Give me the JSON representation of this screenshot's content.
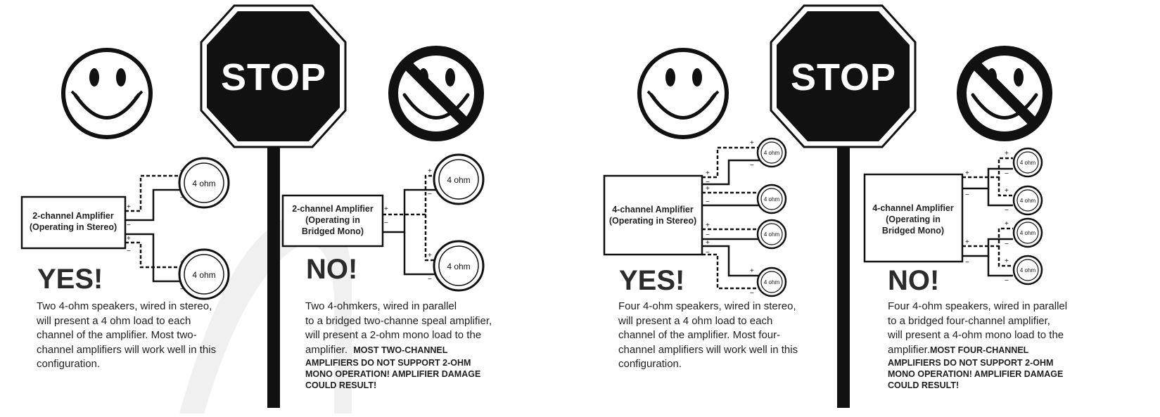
{
  "stop_sign": "STOP",
  "panels": [
    {
      "amp_lines": [
        "2-channel Amplifier",
        "(Operating in Stereo)"
      ],
      "verdict": "YES!",
      "speaker_label": "4 ohm",
      "paragraph": [
        "Two 4-ohm speakers, wired in stereo,",
        "will present a 4  ohm load to each",
        "channel of the amplifier. Most two-",
        "channel amplifiers will work well in this",
        "configuration."
      ],
      "warning": []
    },
    {
      "amp_lines": [
        "2-channel Amplifier",
        "(Operating in",
        "Bridged Mono)"
      ],
      "verdict": "NO!",
      "speaker_label": "4 ohm",
      "paragraph": [
        "Two 4-ohmkers, wired  in parallel",
        "to a bridged two-channe speal amplifier,",
        "will present a 2-ohm mono load to the",
        "amplifier."
      ],
      "warning": [
        "MOST TWO-CHANNEL",
        "AMPLIFIERS DO NOT SUPPORT 2-OHM",
        "MONO OPERATION! AMPLIFIER DAMAGE",
        "COULD RESULT!"
      ]
    },
    {
      "amp_lines": [
        "4-channel Amplifier",
        "(Operating in Stereo)"
      ],
      "verdict": "YES!",
      "speaker_label": "4 ohm",
      "paragraph": [
        "Four 4-ohm speakers, wired in stereo,",
        "will present a 4  ohm load to each",
        "channel of the amplifier. Most four-",
        "channel amplifiers will work well in this",
        "configuration."
      ],
      "warning": []
    },
    {
      "amp_lines": [
        "4-channel Amplifier",
        "(Operating in",
        "Bridged Mono)"
      ],
      "verdict": "NO!",
      "speaker_label": "4 ohm",
      "paragraph": [
        "Four 4-ohm speakers, wired in parallel",
        "to a bridged four-channel amplifier,",
        "will present a 4-ohm mono load to the",
        "amplifier."
      ],
      "warning": [
        "MOST FOUR-CHANNEL",
        "AMPLIFIERS DO NOT SUPPORT 2-OHM",
        "MONO OPERATION! AMPLIFIER DAMAGE",
        "COULD RESULT!"
      ]
    }
  ],
  "polarity": {
    "plus": "+",
    "minus": "−"
  }
}
